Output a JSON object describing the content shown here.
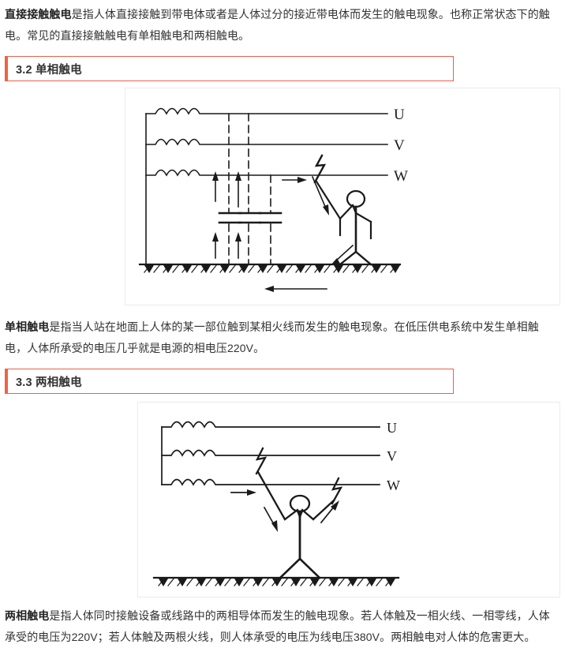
{
  "document": {
    "intro_paragraph": {
      "lead": "直接接触触电",
      "rest": "是指人体直接接触到带电体或者是人体过分的接近带电体而发生的触电现象。也称正常状态下的触电。常见的直接接触触电有单相触电和两相触电。"
    },
    "sections": [
      {
        "number": "3.2",
        "title": "单相触电",
        "heading_text": "3.2 单相触电",
        "accent_color": "#ef6244",
        "border_color": "#e8614a",
        "figure": {
          "name": "single-phase-electric-shock-diagram",
          "phase_labels": [
            "U",
            "V",
            "W"
          ],
          "elements": {
            "coils": 3,
            "coil_bumps": 4,
            "capacitors": 3,
            "ground_symbol": "hatched-earth",
            "person": "stick-figure-touching-one-line",
            "arc_symbols": 1,
            "current_arrows": 7
          }
        },
        "body": {
          "lead": "单相触电",
          "rest": "是指当人站在地面上人体的某一部位触到某相火线而发生的触电现象。在低压供电系统中发生单相触电，人体所承受的电压几乎就是电源的相电压220V。"
        }
      },
      {
        "number": "3.3",
        "title": "两相触电",
        "heading_text": "3.3 两相触电",
        "accent_color": "#ef6244",
        "border_color": "#e8614a",
        "figure": {
          "name": "two-phase-electric-shock-diagram",
          "phase_labels": [
            "U",
            "V",
            "W"
          ],
          "elements": {
            "coils": 3,
            "coil_bumps": 4,
            "capacitors": 0,
            "ground_symbol": "hatched-earth",
            "person": "stick-figure-touching-two-lines",
            "arc_symbols": 2,
            "current_arrows": 3
          }
        },
        "body": {
          "lead": "两相触电",
          "rest": "是指人体同时接触设备或线路中的两相导体而发生的触电现象。若人体触及一相火线、一相零线，人体承受的电压为220V；若人体触及两根火线，则人体承受的电压为线电压380V。两相触电对人体的危害更大。"
        }
      }
    ]
  }
}
